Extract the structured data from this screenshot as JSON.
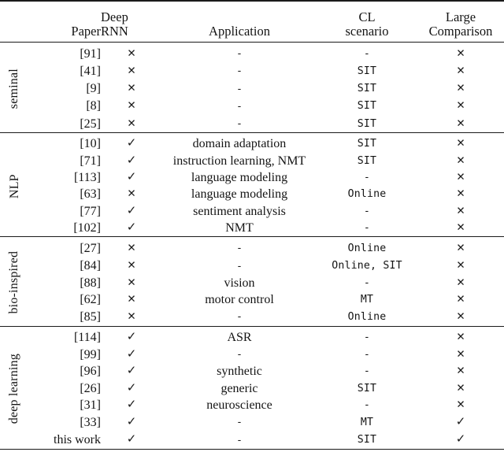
{
  "table": {
    "headers": {
      "group": "",
      "paper": "Paper",
      "deep_rnn_line1": "Deep",
      "deep_rnn_line2": "RNN",
      "application": "Application",
      "cl_line1": "CL",
      "cl_line2": "scenario",
      "large_line1": "Large",
      "large_line2": "Comparison"
    },
    "symbols": {
      "cross": "✕",
      "check": "✓",
      "dash": "-"
    },
    "groups": [
      {
        "label": "seminal",
        "rows": [
          {
            "paper": "[91]",
            "deep_rnn": "✕",
            "application": "-",
            "cl_scenario": "-",
            "large_comparison": "✕"
          },
          {
            "paper": "[41]",
            "deep_rnn": "✕",
            "application": "-",
            "cl_scenario": "SIT",
            "large_comparison": "✕"
          },
          {
            "paper": "[9]",
            "deep_rnn": "✕",
            "application": "-",
            "cl_scenario": "SIT",
            "large_comparison": "✕"
          },
          {
            "paper": "[8]",
            "deep_rnn": "✕",
            "application": "-",
            "cl_scenario": "SIT",
            "large_comparison": "✕"
          },
          {
            "paper": "[25]",
            "deep_rnn": "✕",
            "application": "-",
            "cl_scenario": "SIT",
            "large_comparison": "✕"
          }
        ]
      },
      {
        "label": "NLP",
        "rows": [
          {
            "paper": "[10]",
            "deep_rnn": "✓",
            "application": "domain adaptation",
            "cl_scenario": "SIT",
            "large_comparison": "✕"
          },
          {
            "paper": "[71]",
            "deep_rnn": "✓",
            "application": "instruction learning, NMT",
            "cl_scenario": "SIT",
            "large_comparison": "✕"
          },
          {
            "paper": "[113]",
            "deep_rnn": "✓",
            "application": "language modeling",
            "cl_scenario": "-",
            "large_comparison": "✕"
          },
          {
            "paper": "[63]",
            "deep_rnn": "✕",
            "application": "language modeling",
            "cl_scenario": "Online",
            "large_comparison": "✕"
          },
          {
            "paper": "[77]",
            "deep_rnn": "✓",
            "application": "sentiment analysis",
            "cl_scenario": "-",
            "large_comparison": "✕"
          },
          {
            "paper": "[102]",
            "deep_rnn": "✓",
            "application": "NMT",
            "cl_scenario": "-",
            "large_comparison": "✕"
          }
        ]
      },
      {
        "label": "bio-inspired",
        "rows": [
          {
            "paper": "[27]",
            "deep_rnn": "✕",
            "application": "-",
            "cl_scenario": "Online",
            "large_comparison": "✕"
          },
          {
            "paper": "[84]",
            "deep_rnn": "✕",
            "application": "-",
            "cl_scenario": "Online, SIT",
            "large_comparison": "✕"
          },
          {
            "paper": "[88]",
            "deep_rnn": "✕",
            "application": "vision",
            "cl_scenario": "-",
            "large_comparison": "✕"
          },
          {
            "paper": "[62]",
            "deep_rnn": "✕",
            "application": "motor control",
            "cl_scenario": "MT",
            "large_comparison": "✕"
          },
          {
            "paper": "[85]",
            "deep_rnn": "✕",
            "application": "-",
            "cl_scenario": "Online",
            "large_comparison": "✕"
          }
        ]
      },
      {
        "label": "deep learning",
        "rows": [
          {
            "paper": "[114]",
            "deep_rnn": "✓",
            "application": "ASR",
            "cl_scenario": "-",
            "large_comparison": "✕"
          },
          {
            "paper": "[99]",
            "deep_rnn": "✓",
            "application": "-",
            "cl_scenario": "-",
            "large_comparison": "✕"
          },
          {
            "paper": "[96]",
            "deep_rnn": "✓",
            "application": "synthetic",
            "cl_scenario": "-",
            "large_comparison": "✕"
          },
          {
            "paper": "[26]",
            "deep_rnn": "✓",
            "application": "generic",
            "cl_scenario": "SIT",
            "large_comparison": "✕"
          },
          {
            "paper": "[31]",
            "deep_rnn": "✓",
            "application": "neuroscience",
            "cl_scenario": "-",
            "large_comparison": "✕"
          },
          {
            "paper": "[33]",
            "deep_rnn": "✓",
            "application": "-",
            "cl_scenario": "MT",
            "large_comparison": "✓"
          },
          {
            "paper": "this work",
            "deep_rnn": "✓",
            "application": "-",
            "cl_scenario": "SIT",
            "large_comparison": "✓"
          }
        ]
      }
    ]
  }
}
